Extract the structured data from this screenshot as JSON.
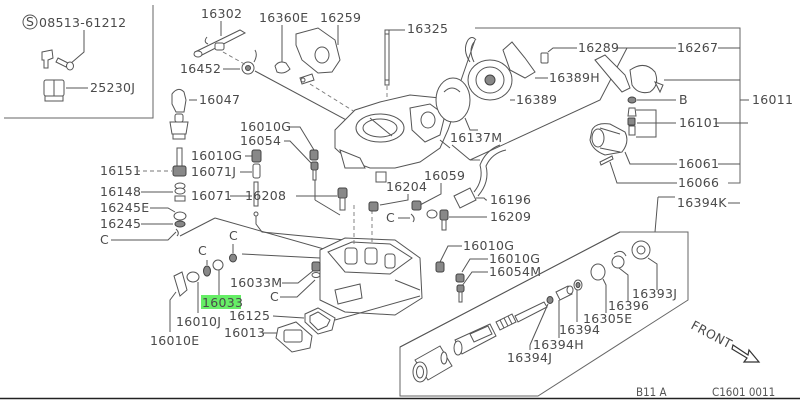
{
  "diagram": {
    "title": "Carburetor exploded parts diagram",
    "highlight_color": "#66ee66",
    "highlighted_part": "16033",
    "inset": {
      "service_symbol": "S",
      "screw_part": "08513-61212",
      "relay_part": "25230J"
    },
    "labels": {
      "p16302": "16302",
      "p16360E": "16360E",
      "p16259": "16259",
      "p16325": "16325",
      "p16452": "16452",
      "p16047": "16047",
      "p16289": "16289",
      "p16267": "16267",
      "p16389H": "16389H",
      "p16389": "16389",
      "pB": "B",
      "p16101": "16101",
      "p16011": "16011",
      "p16137M": "16137M",
      "p16010G_a": "16010G",
      "p16054": "16054",
      "p16010G_b": "16010G",
      "p16071J": "16071J",
      "p16151": "16151",
      "p16148": "16148",
      "p16071": "16071",
      "p16208": "16208",
      "p16204": "16204",
      "p16059": "16059",
      "p16196": "16196",
      "p16209": "16209",
      "p16061": "16061",
      "p16066": "16066",
      "p16394K": "16394K",
      "p16245E": "16245E",
      "p16245": "16245",
      "pC1": "C",
      "pC2": "C",
      "pC3": "C",
      "pC4": "C",
      "pC5": "C",
      "p16010G_c": "16010G",
      "p16010G_d": "16010G",
      "p16054M": "16054M",
      "p16033M": "16033M",
      "p16033": "16033",
      "p16010J": "16010J",
      "p16010E": "16010E",
      "p16125": "16125",
      "p16013": "16013",
      "p16393J": "16393J",
      "p16396": "16396",
      "p16305E": "16305E",
      "p16394": "16394",
      "p16394H": "16394H",
      "p16394J": "16394J"
    },
    "direction_label": "FRONT",
    "footer": {
      "model_code": "B11 A",
      "figure_code": "C1601 0011"
    }
  }
}
